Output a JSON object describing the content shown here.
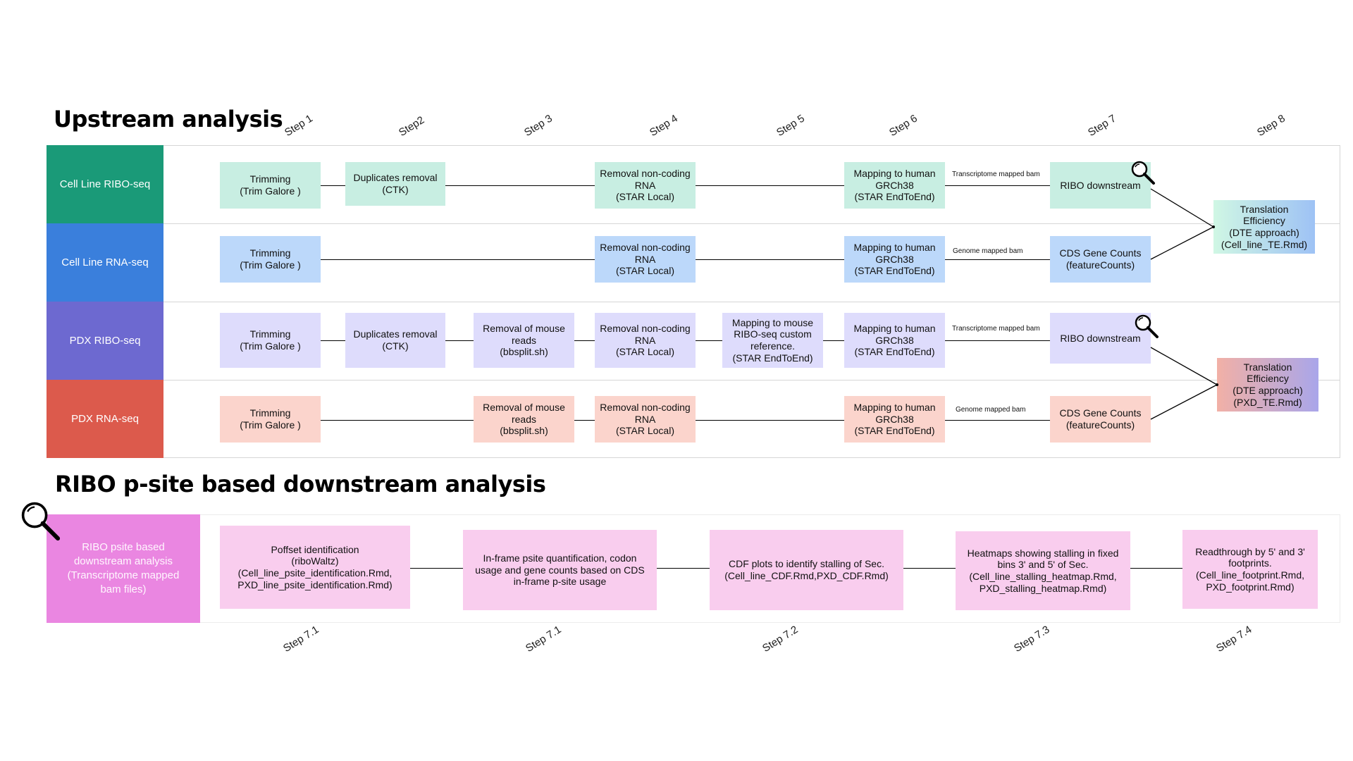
{
  "titles": {
    "upstream": "Upstream analysis",
    "downstream": "RIBO p-site based downstream analysis"
  },
  "steps_top": [
    "Step 1",
    "Step2",
    "Step 3",
    "Step 4",
    "Step 5",
    "Step 6",
    "Step 7",
    "Step 8"
  ],
  "steps_bottom": [
    "Step 7.1",
    "Step 7.1",
    "Step 7.2",
    "Step 7.3",
    "Step 7.4"
  ],
  "rows": [
    {
      "label": "Cell Line RIBO-seq",
      "color": "#1a9a78",
      "box_color": "#c8eee2",
      "boxes": {
        "trim": "Trimming\n(Trim Galore )",
        "dup": "Duplicates removal\n(CTK)",
        "ncrna": "Removal non-coding\nRNA\n(STAR Local)",
        "map": "Mapping to human\nGRCh38\n(STAR EndToEnd)",
        "down": "RIBO downstream"
      },
      "bam": "Transcriptome mapped bam"
    },
    {
      "label": "Cell Line RNA-seq",
      "color": "#3a7fdc",
      "box_color": "#bcd8fa",
      "boxes": {
        "trim": "Trimming\n(Trim Galore )",
        "ncrna": "Removal non-coding\nRNA\n(STAR Local)",
        "map": "Mapping to human\nGRCh38\n(STAR EndToEnd)",
        "down": "CDS Gene Counts\n(featureCounts)"
      },
      "bam": "Genome mapped bam"
    },
    {
      "label": "PDX RIBO-seq",
      "color": "#6d69d0",
      "box_color": "#dedcfc",
      "boxes": {
        "trim": "Trimming\n(Trim Galore )",
        "dup": "Duplicates removal\n(CTK)",
        "mouse": "Removal of mouse\nreads\n(bbsplit.sh)",
        "ncrna": "Removal non-coding\nRNA\n(STAR Local)",
        "mapmouse": "Mapping to mouse\nRIBO-seq custom\nreference.\n(STAR EndToEnd)",
        "map": "Mapping to human\nGRCh38\n(STAR EndToEnd)",
        "down": "RIBO downstream"
      },
      "bam": "Transcriptome mapped bam"
    },
    {
      "label": "PDX RNA-seq",
      "color": "#dc5a4c",
      "box_color": "#fbd4cc",
      "boxes": {
        "trim": "Trimming\n(Trim Galore )",
        "mouse": "Removal of mouse\nreads\n(bbsplit.sh)",
        "ncrna": "Removal non-coding\nRNA\n(STAR Local)",
        "map": "Mapping to human\nGRCh38\n(STAR EndToEnd)",
        "down": "CDS Gene Counts\n(featureCounts)"
      },
      "bam": "Genome mapped bam"
    }
  ],
  "te_boxes": [
    {
      "text": "Translation\nEfficiency\n(DTE  approach)\n(Cell_line_TE.Rmd)",
      "gradient": [
        "#d0f7e4",
        "#9ec2f5"
      ]
    },
    {
      "text": "Translation\nEfficiency\n(DTE approach)\n(PXD_TE.Rmd)",
      "gradient": [
        "#f2b0a6",
        "#a9a6ea"
      ]
    }
  ],
  "downstream": {
    "label": "RIBO psite based\ndownstream analysis\n(Transcriptome mapped\nbam files)",
    "label_color": "#ea86e1",
    "box_color": "#f9cdee",
    "boxes": [
      "Poffset identification\n(riboWaltz)\n(Cell_line_psite_identification.Rmd,\nPXD_line_psite_identification.Rmd)",
      "In-frame psite quantification,  codon\nusage and gene counts based on CDS\nin-frame p-site usage",
      "CDF plots to identify stalling of Sec.\n(Cell_line_CDF.Rmd,PXD_CDF.Rmd)",
      "Heatmaps showing stalling in fixed\nbins 3' and 5' of Sec.\n(Cell_line_stalling_heatmap.Rmd,\nPXD_stalling_heatmap.Rmd)",
      "Readthrough by 5' and 3'\nfootprints.\n(Cell_line_footprint.Rmd,\nPXD_footprint.Rmd)"
    ]
  },
  "icons": [
    "magnifier-icon"
  ]
}
